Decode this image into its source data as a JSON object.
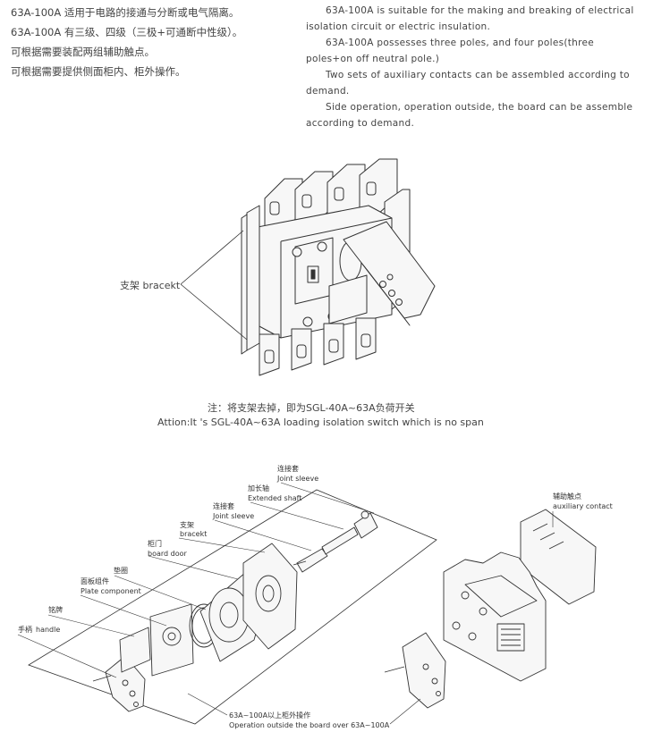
{
  "left_text": [
    "63A-100A 适用于电路的接通与分断或电气隔离。",
    "63A-100A 有三级、四级（三极+可通断中性级）。",
    "可根据需要装配两组辅助触点。",
    "可根据需要提供侧面柜内、柜外操作。"
  ],
  "right_text": [
    "63A-100A is suitable for the making and breaking of electrical",
    "isolation circuit or electric insulation.",
    "63A-100A  possesses  three  poles,  and  four  poles(three",
    "poles+on off neutral pole.)",
    "Two sets of auxiliary contacts can be assembled according to",
    "demand.",
    "Side operation, operation outside, the board can be assemble",
    "according  to demand."
  ],
  "fig1": {
    "bracket_label": "支架 bracekt",
    "note_cn": "注：将支架去掉，即为SGL-40A~63A负荷开关",
    "note_en": "Attion:It 's SGL-40A~63A loading isolation switch which is no span"
  },
  "fig2": {
    "labels": {
      "joint_sleeve_top_cn": "连接套",
      "joint_sleeve_top_en": "Joint sleeve",
      "extended_shaft_cn": "加长轴",
      "extended_shaft_en": "Extended shaft",
      "joint_sleeve_cn": "连接套",
      "joint_sleeve_en": "Joint sleeve",
      "bracket_cn": "支架",
      "bracket_en": "bracekt",
      "board_door_cn": "柜门",
      "board_door_en": "board door",
      "gasket_cn": "垫圈",
      "plate_component_cn": "面板组件",
      "plate_component_en": "Plate component",
      "nameplate_cn": "铭牌",
      "handle_cn": "手柄",
      "handle_en": "handle",
      "aux_cn": "辅助触点",
      "aux_en": "auxiliary contact",
      "operation_cn": "63A~100A以上柜外操作",
      "operation_en": "Operation outside the board over 63A~100A"
    }
  },
  "colors": {
    "ink": "#333333",
    "text": "#444444",
    "fill": "#f7f7f7"
  }
}
